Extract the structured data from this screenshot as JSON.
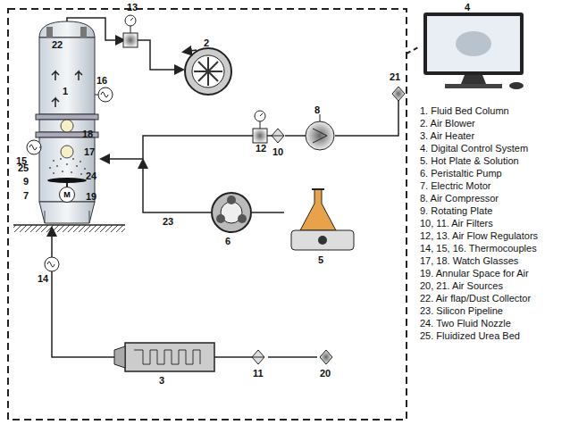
{
  "diagram": {
    "nodes": [
      {
        "text": [
          "M"
        ]
      }
    ],
    "labels": [
      "13",
      "2",
      "4",
      "21",
      "22",
      "16",
      "1",
      "15",
      "18",
      "8",
      "12",
      "10",
      "25",
      "17",
      "24",
      "9",
      "7",
      "19",
      "6",
      "5",
      "14",
      "23",
      "3",
      "11",
      "20",
      "1. Fluid Bed Column",
      "2. Air Blower",
      "3. Air Heater",
      "4. Digital Control System",
      "5. Hot Plate & Solution",
      "6. Peristaltic Pump",
      "7. Electric Motor",
      "8. Air Compressor",
      "9. Rotating Plate",
      "10, 11. Air Filters",
      "12, 13. Air Flow Regulators",
      "14, 15, 16. Thermocouples",
      "17, 18. Watch Glasses",
      "19. Annular Space for Air",
      "20, 21. Air Sources",
      "22. Air flap/Dust Collector",
      "23. Silicon Pipeline",
      "24. Two Fluid Nozzle",
      "25. Fluidized Urea Bed"
    ]
  }
}
